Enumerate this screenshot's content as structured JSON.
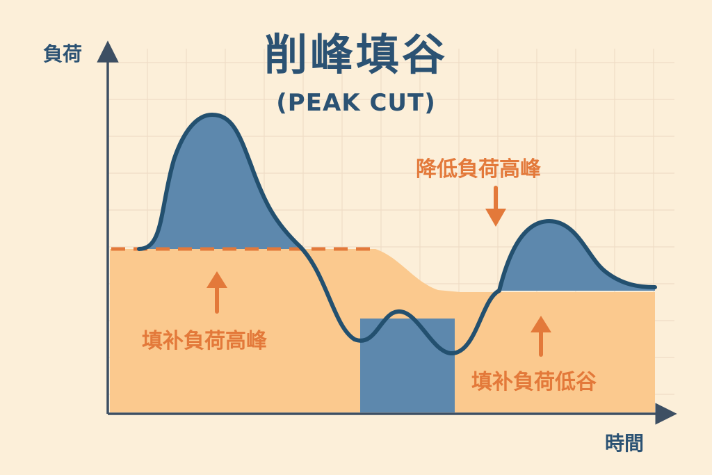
{
  "title": "削峰填谷",
  "subtitle": "(PEAK CUT)",
  "axes": {
    "y_label": "負荷",
    "x_label": "時間"
  },
  "annotations": {
    "peak_reduce": "降低負荷高峰",
    "fill_peak": "填补負荷高峰",
    "fill_valley": "填补負荷低谷"
  },
  "colors": {
    "background": "#fcefd9",
    "grid": "#efdcc6",
    "curve": "#23506f",
    "peak_fill": "#5d88ad",
    "valley_fill": "#fbc98e",
    "accent": "#e3793a",
    "axis": "#3d4f63"
  }
}
